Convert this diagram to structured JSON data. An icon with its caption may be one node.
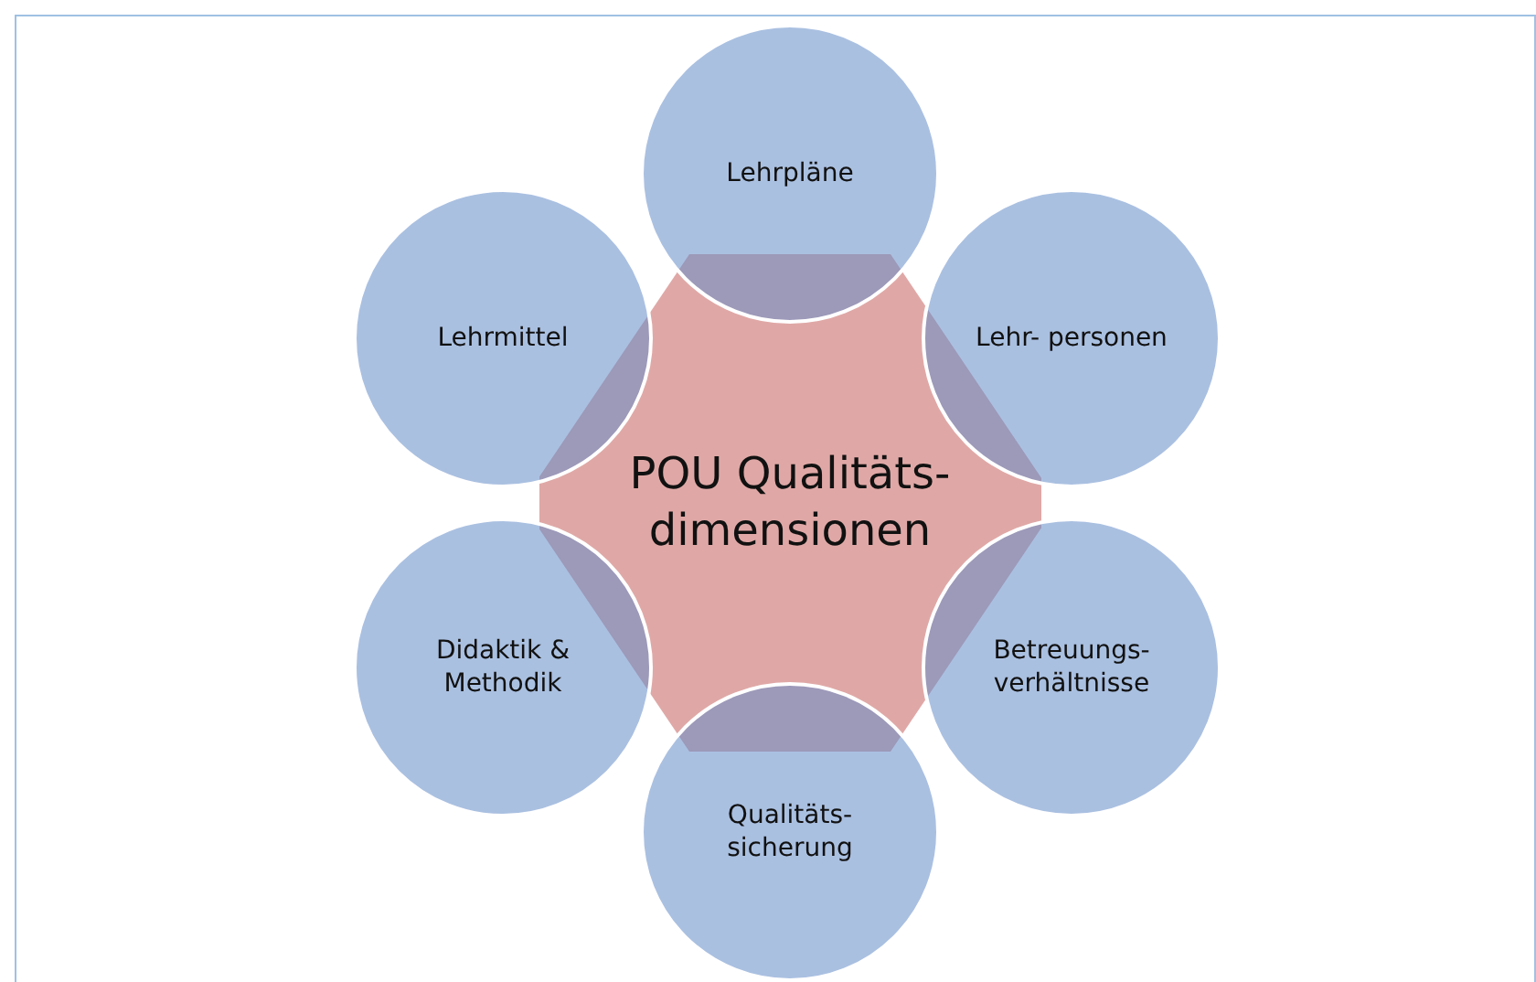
{
  "diagram": {
    "nodes": [
      {
        "text": [
          "POU Qualitäts- dimensionen"
        ]
      },
      {
        "text": [
          "Lehrpläne"
        ]
      },
      {
        "text": [
          "Lehr- personen"
        ]
      },
      {
        "text": [
          "Betreuungs- verhältnisse"
        ]
      },
      {
        "text": [
          "Qualitäts- sicherung"
        ]
      },
      {
        "text": [
          "Didaktik & Methodik"
        ]
      },
      {
        "text": [
          "Lehrmittel"
        ]
      }
    ]
  }
}
